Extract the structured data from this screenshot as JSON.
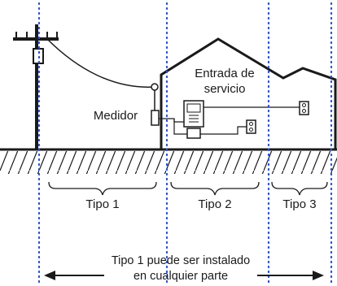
{
  "labels": {
    "meter": "Medidor",
    "service_entrance_line1": "Entrada de",
    "service_entrance_line2": "servicio",
    "type1": "Tipo 1",
    "type2": "Tipo 2",
    "type3": "Tipo 3",
    "note_line1": "Tipo 1 puede ser instalado",
    "note_line2": "en cualquier parte"
  },
  "colors": {
    "line": "#1a1a1a",
    "zone_divider": "#2b4fd8"
  },
  "icons": [
    "utility-pole-icon",
    "meter-icon",
    "service-panel-icon",
    "outlet-icon"
  ]
}
